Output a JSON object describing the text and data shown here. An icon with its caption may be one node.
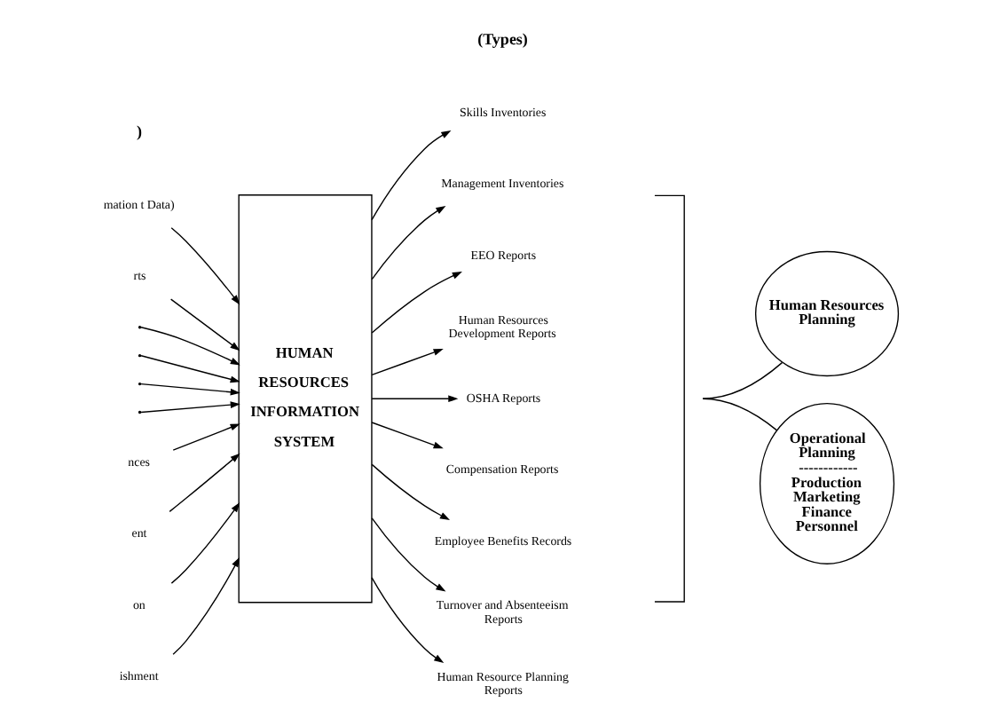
{
  "diagram": {
    "nodes": [
      {
        "text": [
          "mation t Data)"
        ]
      },
      {
        "text": [
          "rts"
        ]
      },
      {
        "text": [
          "nces"
        ]
      },
      {
        "text": [
          "ent"
        ]
      },
      {
        "text": [
          "on"
        ]
      },
      {
        "text": [
          "ishment"
        ]
      },
      {
        "text": [
          "HUMAN RESOURCES INFORMATION SYSTEM"
        ]
      },
      {
        "text": [
          "Skills Inventories"
        ]
      },
      {
        "text": [
          "Management Inventories"
        ]
      },
      {
        "text": [
          "EEO Reports"
        ]
      },
      {
        "text": [
          "Human Resources Development Reports"
        ]
      },
      {
        "text": [
          "OSHA Reports"
        ]
      },
      {
        "text": [
          "Compensation Reports"
        ]
      },
      {
        "text": [
          "Employee Benefits Records"
        ]
      },
      {
        "text": [
          "Turnover and Absenteeism Reports"
        ]
      },
      {
        "text": [
          "Human Resource Planning Reports"
        ]
      },
      {
        "text": [],
        "shape": "bracket"
      },
      {
        "text": [
          "Human Resources Planning"
        ]
      },
      {
        "text": [
          "Operational Planning",
          "------------",
          "Production Marketing Finance Personnel"
        ]
      }
    ],
    "edges": [
      {
        "from": 0,
        "to": 6,
        "arrow": "to"
      },
      {
        "from": 1,
        "to": 6,
        "arrow": "to"
      },
      {
        "from": null,
        "to": 6,
        "arrow": "to"
      },
      {
        "from": null,
        "to": 6,
        "arrow": "to"
      },
      {
        "from": null,
        "to": 6,
        "arrow": "to"
      },
      {
        "from": null,
        "to": 6,
        "arrow": "to"
      },
      {
        "from": 2,
        "to": 6,
        "arrow": "to"
      },
      {
        "from": 3,
        "to": 6,
        "arrow": "to"
      },
      {
        "from": 4,
        "to": 6,
        "arrow": "to"
      },
      {
        "from": 5,
        "to": 6,
        "arrow": "to"
      },
      {
        "from": 6,
        "to": 7,
        "arrow": "to"
      },
      {
        "from": 6,
        "to": 8,
        "arrow": "to"
      },
      {
        "from": 6,
        "to": 9,
        "arrow": "to"
      },
      {
        "from": 6,
        "to": 10,
        "arrow": "to"
      },
      {
        "from": 6,
        "to": 11,
        "arrow": "to"
      },
      {
        "from": 6,
        "to": 12,
        "arrow": "to"
      },
      {
        "from": 6,
        "to": 13,
        "arrow": "to"
      },
      {
        "from": 6,
        "to": 14,
        "arrow": "to"
      },
      {
        "from": 6,
        "to": 15,
        "arrow": "to"
      },
      {
        "from": 16,
        "to": 17,
        "arrow": "none"
      },
      {
        "from": 16,
        "to": 18,
        "arrow": "none"
      }
    ],
    "labels": [
      ")",
      "(Types)"
    ]
  }
}
